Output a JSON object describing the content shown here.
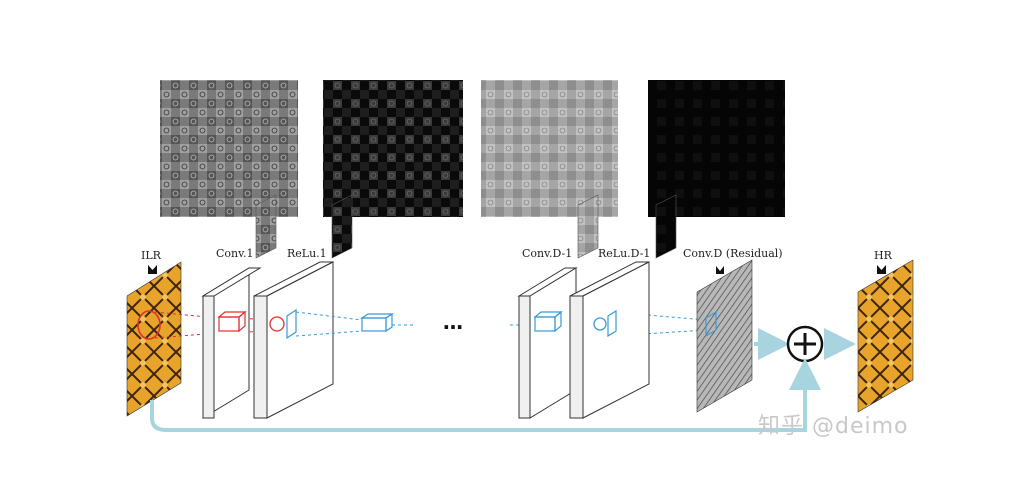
{
  "labels": {
    "ilr": "ILR",
    "conv1": "Conv.1",
    "relu1": "ReLu.1",
    "convd1": "Conv.D-1",
    "relud1": "ReLu.D-1",
    "convd": "Conv.D (Residual)",
    "hr": "HR",
    "ellipsis": "…"
  },
  "watermark": "知乎 @deimo",
  "feature_maps": [
    {
      "brightness": "mid-gray"
    },
    {
      "brightness": "dark"
    },
    {
      "brightness": "light-gray"
    },
    {
      "brightness": "near-black"
    }
  ],
  "colors": {
    "skip_connection": "#a8d4e0",
    "first_layer_filter": "#e03030",
    "deep_layer_filter": "#3a9ad8",
    "block_stroke": "#333333"
  },
  "icons": [
    "sum-icon",
    "pin-icon"
  ]
}
